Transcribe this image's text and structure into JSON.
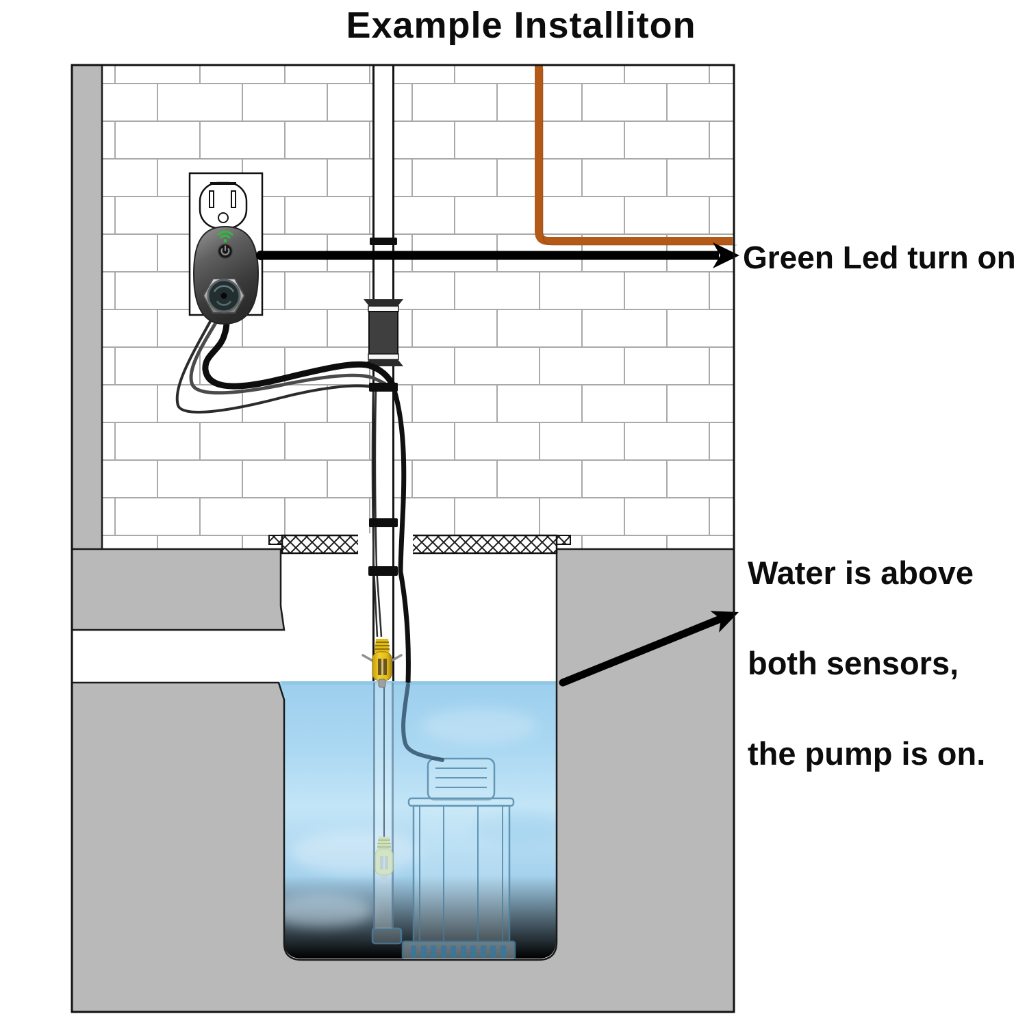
{
  "title": "Example Installiton",
  "annotations": {
    "green_led": {
      "text": "Green Led turn on",
      "arrow": "from smart plug to label"
    },
    "water_state": {
      "line1": "Water is above",
      "line2": "both sensors,",
      "line3": "the pump is on.",
      "arrow": "from water surface edge to label"
    }
  },
  "components": [
    "wall-outlet",
    "smart-plug-controller",
    "wifi-led",
    "power-button",
    "sensor-cables",
    "discharge-pipe",
    "check-valve",
    "pipe-clamps",
    "drain-pipe-orange",
    "basement-wall-bricks",
    "concrete-floor",
    "sump-pit-cover",
    "sump-pit",
    "water",
    "upper-water-sensor",
    "lower-water-sensor",
    "submersible-pump",
    "drain-channel"
  ],
  "icons": {
    "wifi_led_icon": "wifi-arcs",
    "power_button_icon": "power-symbol",
    "arrow_icon": "solid-arrowhead"
  },
  "colors": {
    "text": "#0c0c0c",
    "led_green": "#31b93f",
    "water_blue": "#a9d4ef",
    "water_light": "#c9e7f8",
    "concrete_gray": "#b9b9b9",
    "drain_pipe_orange": "#b45a18",
    "sensor_yellow": "#e8c21c",
    "submerged_sensor_green": "#d2e2ba",
    "device_body_dark": "#3a3a3a",
    "pump_outline_blue": "#4e85a6",
    "mortar_gray": "#a9a9a9",
    "line_black": "#111111"
  }
}
